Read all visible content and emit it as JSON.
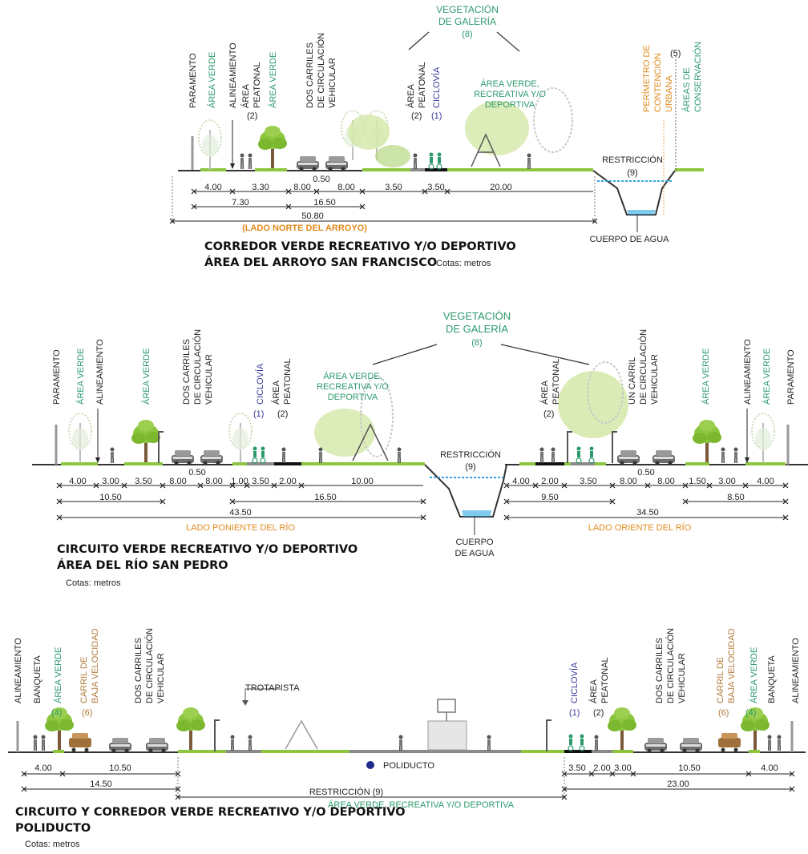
{
  "colors": {
    "green": "#8cc63f",
    "teal": "#2d9a6e",
    "purple": "#3a3a9a",
    "orange": "#e08a1e",
    "brown": "#b07a3a",
    "water": "#2fa6de",
    "dark": "#222222",
    "gray": "#8a8a8a"
  },
  "icons": [
    "tree-icon",
    "car-icon",
    "pedestrian-icon",
    "cyclist-icon",
    "lamp-icon",
    "playground-icon",
    "basketball-hoop-icon",
    "pipeline-dot-icon"
  ],
  "s1": {
    "labels": {
      "paramento": "PARAMENTO",
      "area_verde_a": "ÁREA VERDE",
      "alineamiento": "ALINEAMIENTO",
      "area_peatonal_1": "ÁREA",
      "area_peatonal_2": "PEATONAL",
      "area_verde_b": "ÁREA VERDE",
      "carriles_1": "DOS CARRILES",
      "carriles_2": "DE CIRCULACIÓN",
      "carriles_3": "VEHICULAR",
      "peatonal2_1": "ÁREA",
      "peatonal2_2": "PEATONAL",
      "ciclovia": "CICLOVÍA",
      "num_2a": "(2)",
      "num_2b": "(2)",
      "num_1": "(1)",
      "galeria_1": "VEGETACIÓN",
      "galeria_2": "DE GALERÍA",
      "galeria_num": "(8)",
      "recre_1": "ÁREA VERDE,",
      "recre_2": "RECREATIVA Y/O",
      "recre_3": "DEPORTIVA",
      "perimetro_1": "PERÍMETRO DE",
      "perimetro_2": "CONTENCIÓN",
      "perimetro_3": "URBANA",
      "num_5": "(5)",
      "conserv_1": "ÁREAS DE",
      "conserv_2": "CONSERVACIÓN",
      "restriccion": "RESTRICCIÓN",
      "num_9": "(9)",
      "cuerpo": "CUERPO DE AGUA"
    },
    "dims": {
      "d1": "4.00",
      "d2": "3.30",
      "d3": "8.00",
      "d4": "0.50",
      "d5": "8.00",
      "d6": "3.50",
      "d7": "3.50",
      "d8": "20.00",
      "t1": "7.30",
      "t2": "16.50",
      "total": "50.80",
      "side": "(LADO NORTE DEL ARROYO)"
    },
    "title_1": "CORREDOR VERDE RECREATIVO Y/O DEPORTIVO",
    "title_2": "ÁREA DEL ARROYO SAN FRANCISCO",
    "units": "Cotas: metros"
  },
  "s2": {
    "labels": {
      "paramento_l": "PARAMENTO",
      "area_verde_l": "ÁREA VERDE",
      "alineamiento_l": "ALINEAMIENTO",
      "area_verde_l2": "ÁREA VERDE",
      "carriles_1": "DOS CARRILES",
      "carriles_2": "DE CIRCULACIÓN",
      "carriles_3": "VEHICULAR",
      "ciclovia": "CICLOVÍA",
      "num_1": "(1)",
      "peatonal_1": "ÁREA",
      "peatonal_2": "PEATONAL",
      "num_2": "(2)",
      "recre_1": "ÁREA VERDE,",
      "recre_2": "RECREATIVA Y/O",
      "recre_3": "DEPORTIVA",
      "galeria_1": "VEGETACIÓN",
      "galeria_2": "DE GALERÍA",
      "galeria_num": "(8)",
      "restriccion": "RESTRICCIÓN",
      "num_9": "(9)",
      "cuerpo_1": "CUERPO",
      "cuerpo_2": "DE AGUA",
      "peatonal_r1": "ÁREA",
      "peatonal_r2": "PEATONAL",
      "num_2r": "(2)",
      "un_carril_1": "UN CARRIL",
      "un_carril_2": "DE CIRCULACIÓN",
      "un_carril_3": "VEHICULAR",
      "area_verde_r": "ÁREA VERDE",
      "alineamiento_r": "ALINEAMIENTO",
      "area_verde_r2": "ÁREA VERDE",
      "paramento_r": "PARAMENTO"
    },
    "dims": {
      "l1": "4.00",
      "l2": "3.00",
      "l3": "3.50",
      "l4": "8.00",
      "l5": "0.50",
      "l6": "8.00",
      "l7": "1.00",
      "l8": "3.50",
      "l9": "2.00",
      "l10": "10.00",
      "lt1": "10.50",
      "lt2": "16.50",
      "lt3": "43.50",
      "side_l": "LADO PONIENTE DEL RÍO",
      "r1": "4.00",
      "r2": "2.00",
      "r3": "3.50",
      "r4": "8.00",
      "r5": "0.50",
      "r6": "8.00",
      "r7": "1.50",
      "r8": "3.00",
      "r9": "4.00",
      "rt1": "9.50",
      "rt2": "8.50",
      "rt3": "34.50",
      "side_r": "LADO ORIENTE DEL RÍO"
    },
    "title_1": "CIRCUITO VERDE RECREATIVO Y/O DEPORTIVO",
    "title_2": "ÁREA DEL RÍO SAN PEDRO",
    "units": "Cotas: metros"
  },
  "s3": {
    "labels": {
      "alineamiento_l": "ALINEAMIENTO",
      "banqueta_l": "BANQUETA",
      "area_verde_l": "ÁREA VERDE",
      "num_4l": "(4)",
      "carril_baja_1": "CARRIL DE",
      "carril_baja_2": "BAJA VELOCIDAD",
      "num_6l": "(6)",
      "carriles_1": "DOS CARRILES",
      "carriles_2": "DE CIRCULACIÓN",
      "carriles_3": "VEHICULAR",
      "trotapista": "TROTAPISTA",
      "ciclovia": "CICLOVÍA",
      "num_1": "(1)",
      "peatonal_1": "ÁREA",
      "peatonal_2": "PEATONAL",
      "num_2": "(2)",
      "carriles_r1": "DOS CARRILES",
      "carriles_r2": "DE CIRCULACIÓN",
      "carriles_r3": "VEHICULAR",
      "carril_baja_r1": "CARRIL DE",
      "carril_baja_r2": "BAJA VELOCIDAD",
      "num_6r": "(6)",
      "area_verde_r": "ÁREA VERDE",
      "num_4r": "(4)",
      "banqueta_r": "BANQUETA",
      "alineamiento_r": "ALINEAMIENTO",
      "poliducto": "POLIDUCTO"
    },
    "dims": {
      "l1": "4.00",
      "l2": "10.50",
      "lt": "14.50",
      "restriccion": "RESTRICCIÓN (9)",
      "area": "ÁREA VERDE, RECREATIVA Y/O DEPORTIVA",
      "r1": "3.50",
      "r2": "2.00",
      "r3": "3.00",
      "r4": "10.50",
      "r5": "4.00",
      "rt": "23.00"
    },
    "title_1": "CIRCUITO Y CORREDOR VERDE RECREATIVO Y/O DEPORTIVO",
    "title_2": "POLIDUCTO",
    "units": "Cotas: metros"
  }
}
